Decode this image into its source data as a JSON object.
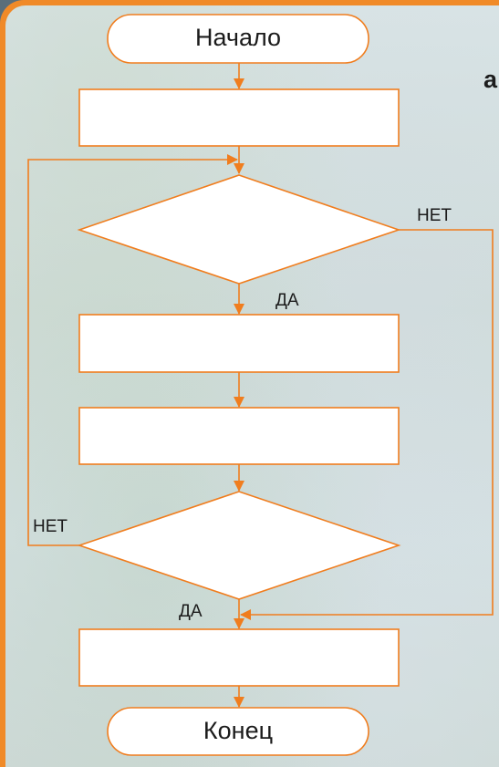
{
  "flowchart": {
    "start_label": "Начало",
    "end_label": "Конец",
    "no_label_top": "НЕТ",
    "yes_label_top": "ДА",
    "no_label_bottom": "НЕТ",
    "yes_label_bottom": "ДА",
    "stray_text": "а"
  },
  "colors": {
    "frame": "#f08a28",
    "shape_stroke": "#f07d1e",
    "arrow": "#f07d1e",
    "line": "#f07d1e",
    "shape_fill": "#ffffff"
  }
}
